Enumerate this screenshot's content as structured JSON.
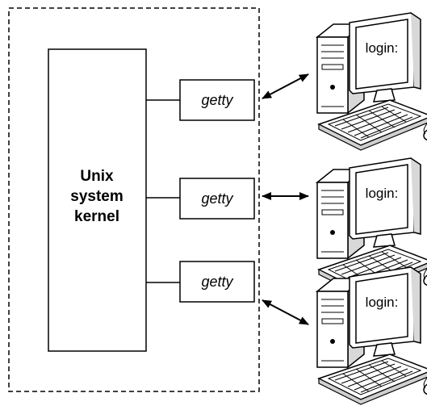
{
  "kernel": {
    "lines": [
      "Unix",
      "system",
      "kernel"
    ]
  },
  "getty_label": "getty",
  "terminal_prompt": "login:",
  "colors": {
    "stroke": "#000000",
    "background": "#ffffff",
    "screen_fill": "#ffffff",
    "shadow": "#cfcfcf"
  },
  "terminals": [
    {
      "id": "terminal-1",
      "getty": "getty",
      "screen": "login:"
    },
    {
      "id": "terminal-2",
      "getty": "getty",
      "screen": "login:"
    },
    {
      "id": "terminal-3",
      "getty": "getty",
      "screen": "login:"
    }
  ]
}
